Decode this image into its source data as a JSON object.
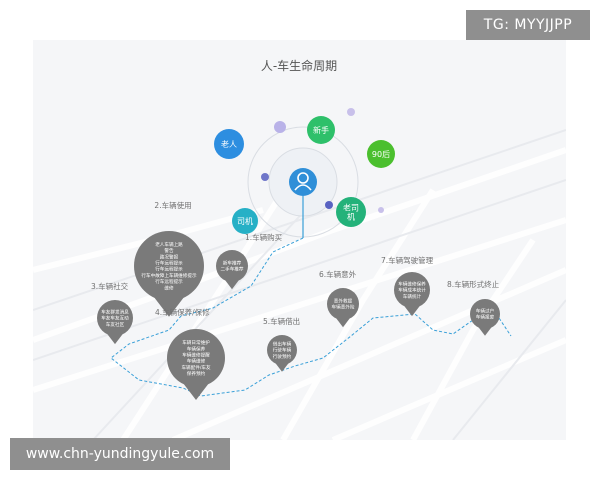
{
  "title": "人-车生命周期",
  "watermarks": {
    "tg": "TG: MYYJJPP",
    "site": "www.chn-yundingyule.com"
  },
  "colors": {
    "background": "#f5f6f8",
    "pin": "#7a7a7a",
    "path": "#3aa0d8",
    "orbit": "#d9dde3",
    "center": "#2f8fd8",
    "elder": "#2d8ee0",
    "novice": "#2ec06a",
    "post90": "#4bbf2e",
    "veteran": "#24b27a",
    "expert": "#26b0c6",
    "title_text": "#555555",
    "stage_text": "#707070",
    "pin_text": "#ffffff"
  },
  "persona_bubbles": [
    {
      "label": "老人",
      "color_key": "elder"
    },
    {
      "label": "新手",
      "color_key": "novice"
    },
    {
      "label": "90后",
      "color_key": "post90"
    },
    {
      "label": "老司\n机",
      "color_key": "veteran"
    },
    {
      "label": "司机",
      "color_key": "expert"
    }
  ],
  "center_icon": "user-avatar-icon",
  "stages": [
    {
      "title": "2.车辆使用",
      "lines": [
        "老人车辆上路",
        "警告",
        "路况警报",
        "行车远程提示",
        "行车远程提示",
        "行车中故障上车辆维修提示",
        "行车远程提示",
        "维修"
      ]
    },
    {
      "title": "1.车辆购买",
      "lines": [
        "新车推荐",
        "二手车推荐"
      ]
    },
    {
      "title": "3.车辆社交",
      "lines": [
        "车友群发消息",
        "车友车友互动",
        "车友社区"
      ]
    },
    {
      "title": "4.车辆保养/保修",
      "lines": [
        "车辆日常维护",
        "车辆保养",
        "车辆维修提醒",
        "车辆维修",
        "车辆配件/车友",
        "保养预约"
      ]
    },
    {
      "title": "5.车辆借出",
      "lines": [
        "借出车辆",
        "行驶车辆",
        "行驶预约"
      ]
    },
    {
      "title": "6.车辆意外",
      "lines": [
        "意外救援",
        "车辆意外险"
      ]
    },
    {
      "title": "7.车辆驾驶管理",
      "lines": [
        "车辆维修保养",
        "车辆成本统计",
        "车辆统计"
      ]
    },
    {
      "title": "8.车辆形式终止",
      "lines": [
        "车辆过户",
        "车辆报废"
      ]
    }
  ]
}
